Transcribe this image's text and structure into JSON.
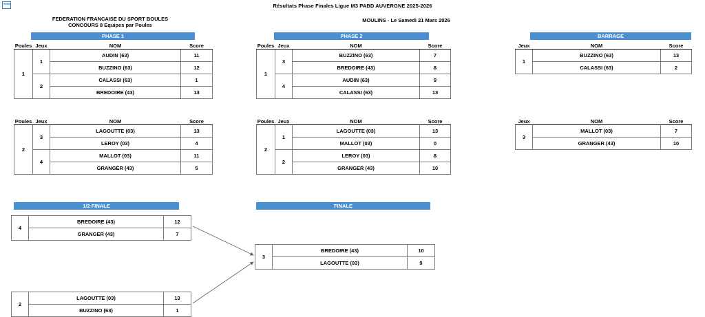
{
  "document": {
    "title": "Résultats Phase Finales Ligue M3 PABD AUVERGNE 2025-2026",
    "federation_line1": "FEDERATION FRANCAISE DU SPORT BOULES",
    "federation_line2": "CONCOURS 8 Equipes par Poules",
    "venue": "MOULINS - Le Samedi 21 Mars 2026",
    "window_icon": "window-icon"
  },
  "columns": {
    "poules": "Poules",
    "jeux": "Jeux",
    "nom": "NOM",
    "score": "Score"
  },
  "colors": {
    "banner": "#4a8fd2",
    "winner_green": "#77dd77",
    "loser_grey": "#d9d9d9",
    "border": "#7a7a7a"
  },
  "sections": {
    "phase1": {
      "banner": "PHASE 1",
      "poules": [
        {
          "poule": "1",
          "games": [
            {
              "jeu": "1",
              "rows": [
                {
                  "nom": "AUDIN (63)",
                  "score": "11",
                  "fill": "grey"
                },
                {
                  "nom": "BUZZINO (63)",
                  "score": "12",
                  "fill": "green"
                }
              ]
            },
            {
              "jeu": "2",
              "rows": [
                {
                  "nom": "CALASSI (63)",
                  "score": "1",
                  "fill": "grey"
                },
                {
                  "nom": "BREDOIRE (43)",
                  "score": "13",
                  "fill": "green"
                }
              ]
            }
          ]
        },
        {
          "poule": "2",
          "games": [
            {
              "jeu": "3",
              "rows": [
                {
                  "nom": "LAGOUTTE (03)",
                  "score": "13",
                  "fill": "grey"
                },
                {
                  "nom": "LEROY (03)",
                  "score": "4",
                  "fill": "green"
                }
              ]
            },
            {
              "jeu": "4",
              "rows": [
                {
                  "nom": "MALLOT (03)",
                  "score": "11",
                  "fill": "grey"
                },
                {
                  "nom": "GRANGER (43)",
                  "score": "5",
                  "fill": "green"
                }
              ]
            }
          ]
        }
      ]
    },
    "phase2": {
      "banner": "PHASE 2",
      "poules": [
        {
          "poule": "1",
          "games": [
            {
              "jeu": "3",
              "rows": [
                {
                  "nom": "BUZZINO (63)",
                  "score": "7",
                  "fill": "green"
                },
                {
                  "nom": "BREDOIRE (43)",
                  "score": "8",
                  "fill": "green"
                }
              ]
            },
            {
              "jeu": "4",
              "rows": [
                {
                  "nom": "AUDIN (63)",
                  "score": "9",
                  "fill": "grey"
                },
                {
                  "nom": "CALASSI (63)",
                  "score": "13",
                  "fill": "grey"
                }
              ]
            }
          ]
        },
        {
          "poule": "2",
          "games": [
            {
              "jeu": "1",
              "rows": [
                {
                  "nom": "LAGOUTTE (03)",
                  "score": "13",
                  "fill": "grey"
                },
                {
                  "nom": "MALLOT (03)",
                  "score": "0",
                  "fill": "grey"
                }
              ]
            },
            {
              "jeu": "2",
              "rows": [
                {
                  "nom": "LEROY (03)",
                  "score": "8",
                  "fill": "green"
                },
                {
                  "nom": "GRANGER (43)",
                  "score": "10",
                  "fill": "green"
                }
              ]
            }
          ]
        }
      ]
    },
    "barrage": {
      "banner": "BARRAGE",
      "blocks": [
        {
          "jeu": "1",
          "rows": [
            {
              "nom": "BUZZINO (63)",
              "score": "13",
              "fill": "green"
            },
            {
              "nom": "CALASSI (63)",
              "score": "2",
              "fill": "grey"
            }
          ]
        },
        {
          "jeu": "3",
          "rows": [
            {
              "nom": "MALLOT (03)",
              "score": "7",
              "fill": "grey"
            },
            {
              "nom": "GRANGER (43)",
              "score": "10",
              "fill": "green"
            }
          ]
        }
      ]
    },
    "demi_finale": {
      "banner": "1/2 FINALE",
      "blocks": [
        {
          "jeu": "4",
          "rows": [
            {
              "nom": "BREDOIRE (43)",
              "score": "12",
              "fill": "green"
            },
            {
              "nom": "GRANGER (43)",
              "score": "7",
              "fill": "green"
            }
          ]
        },
        {
          "jeu": "2",
          "rows": [
            {
              "nom": "LAGOUTTE (03)",
              "score": "13",
              "fill": "grey"
            },
            {
              "nom": "BUZZINO (63)",
              "score": "1",
              "fill": "grey"
            }
          ]
        }
      ]
    },
    "finale": {
      "banner": "FINALE",
      "blocks": [
        {
          "jeu": "3",
          "rows": [
            {
              "nom": "BREDOIRE (43)",
              "score": "10",
              "fill": "green"
            },
            {
              "nom": "LAGOUTTE (03)",
              "score": "9",
              "fill": "grey"
            }
          ]
        }
      ]
    }
  }
}
